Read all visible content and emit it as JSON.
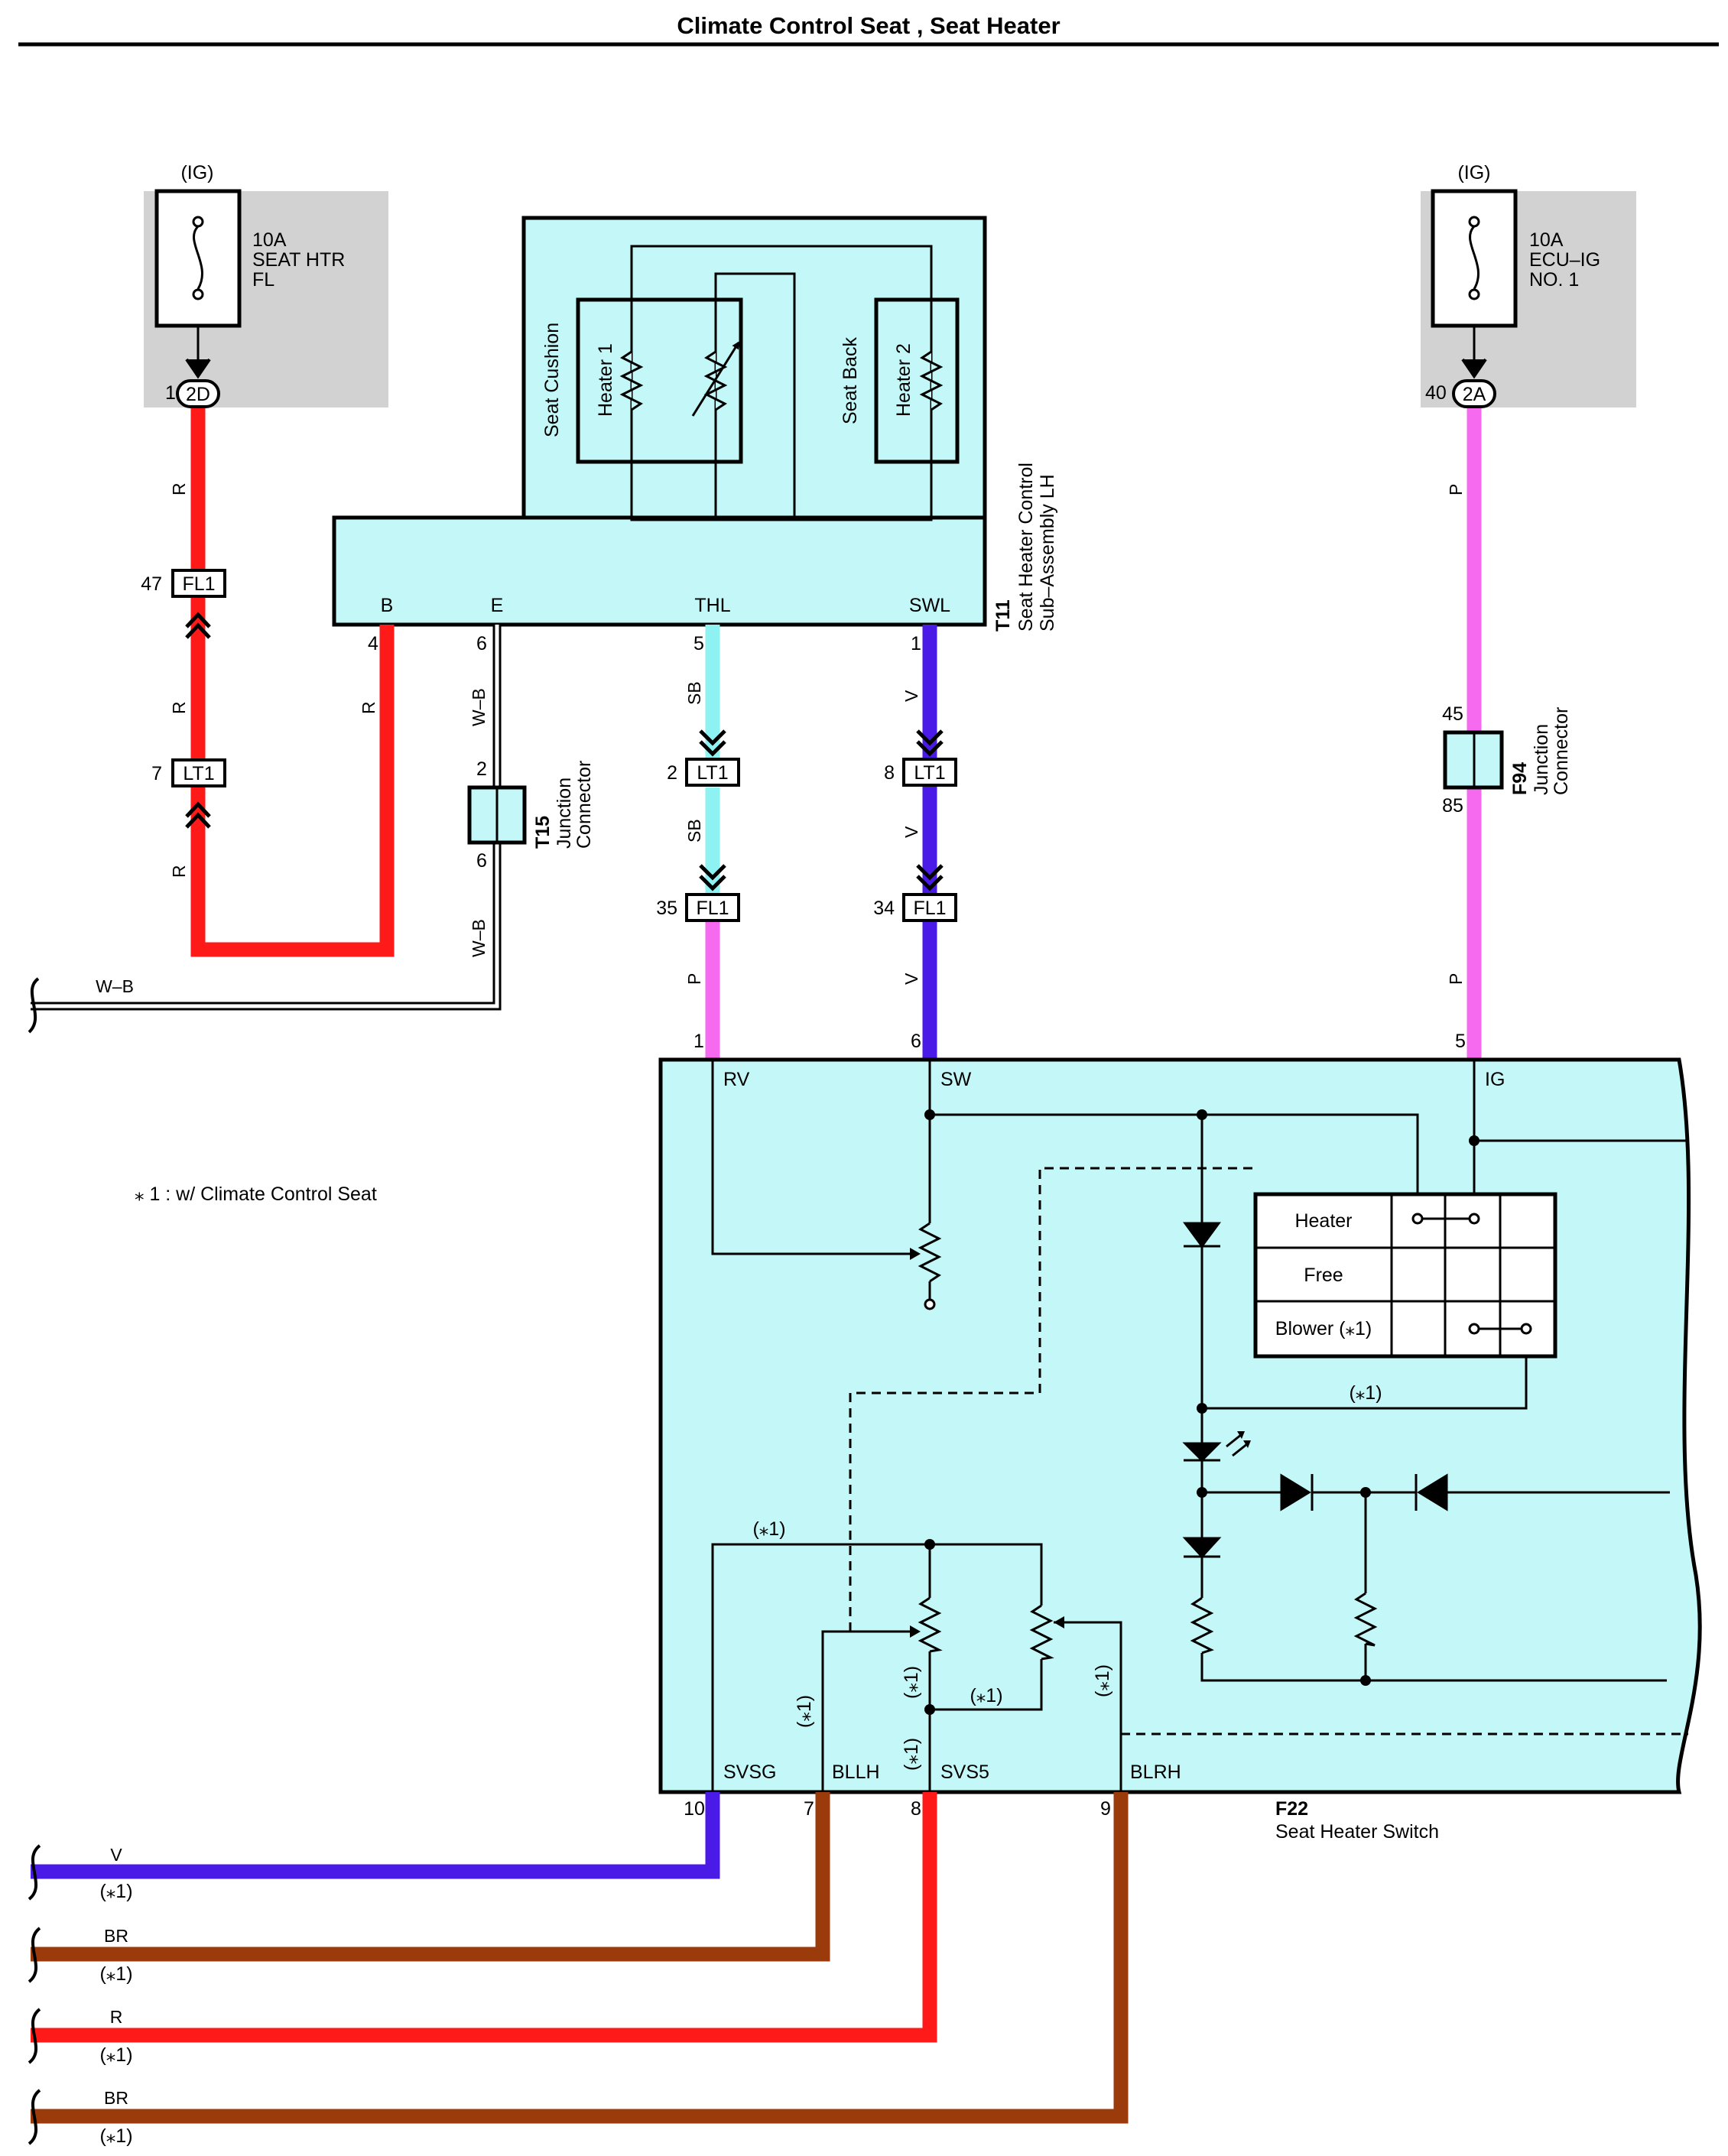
{
  "title": "Climate Control Seat , Seat Heater",
  "note": "⁎ 1 : w/ Climate Control Seat",
  "colors": {
    "wire_red": "#ff1a1a",
    "wire_pink": "#f66af0",
    "wire_sky": "#8ef2f2",
    "wire_violet": "#4a1ae6",
    "wire_brown": "#9b3a0a",
    "component_fill": "#c4f7f7",
    "fuse_box_fill": "#d2d2d2"
  },
  "fuses": [
    {
      "supply": "(IG)",
      "rating": "10A",
      "name1": "SEAT HTR",
      "name2": "FL",
      "pin": "1",
      "connector": "2D"
    },
    {
      "supply": "(IG)",
      "rating": "10A",
      "name1": "ECU–IG",
      "name2": "NO. 1",
      "pin": "40",
      "connector": "2A"
    }
  ],
  "t11": {
    "code": "T11",
    "name1": "Seat Heater Control",
    "name2": "Sub–Assembly LH",
    "section_cushion": "Seat Cushion",
    "section_back": "Seat Back",
    "heater1": "Heater 1",
    "heater2": "Heater 2",
    "terminals": [
      {
        "name": "B",
        "pin": "4"
      },
      {
        "name": "E",
        "pin": "6"
      },
      {
        "name": "THL",
        "pin": "5"
      },
      {
        "name": "SWL",
        "pin": "1"
      }
    ]
  },
  "t15": {
    "code": "T15",
    "name1": "Junction",
    "name2": "Connector",
    "pin_top": "2",
    "pin_bottom": "6"
  },
  "f94": {
    "code": "F94",
    "name1": "Junction",
    "name2": "Connector",
    "pin_top": "45",
    "pin_bottom": "85"
  },
  "inline_connectors": [
    {
      "name": "FL1",
      "pin": "47"
    },
    {
      "name": "LT1",
      "pin": "7"
    },
    {
      "name": "LT1",
      "pin": "2"
    },
    {
      "name": "FL1",
      "pin": "35"
    },
    {
      "name": "LT1",
      "pin": "8"
    },
    {
      "name": "FL1",
      "pin": "34"
    }
  ],
  "wire_labels": {
    "r": "R",
    "wb": "W–B",
    "sb": "SB",
    "p": "P",
    "v": "V",
    "br": "BR",
    "star1": "(⁎1)"
  },
  "f22": {
    "code": "F22",
    "name": "Seat Heater Switch",
    "top_terminals": [
      {
        "name": "RV",
        "pin": "1"
      },
      {
        "name": "SW",
        "pin": "6"
      },
      {
        "name": "IG",
        "pin": "5"
      }
    ],
    "bottom_terminals": [
      {
        "name": "SVSG",
        "pin": "10"
      },
      {
        "name": "BLLH",
        "pin": "7"
      },
      {
        "name": "SVS5",
        "pin": "8"
      },
      {
        "name": "BLRH",
        "pin": "9"
      }
    ],
    "modes": [
      "Heater",
      "Free",
      "Blower (⁎1)"
    ]
  },
  "left_ends": [
    {
      "color": "V"
    },
    {
      "color": "BR"
    },
    {
      "color": "R"
    },
    {
      "color": "BR"
    }
  ]
}
